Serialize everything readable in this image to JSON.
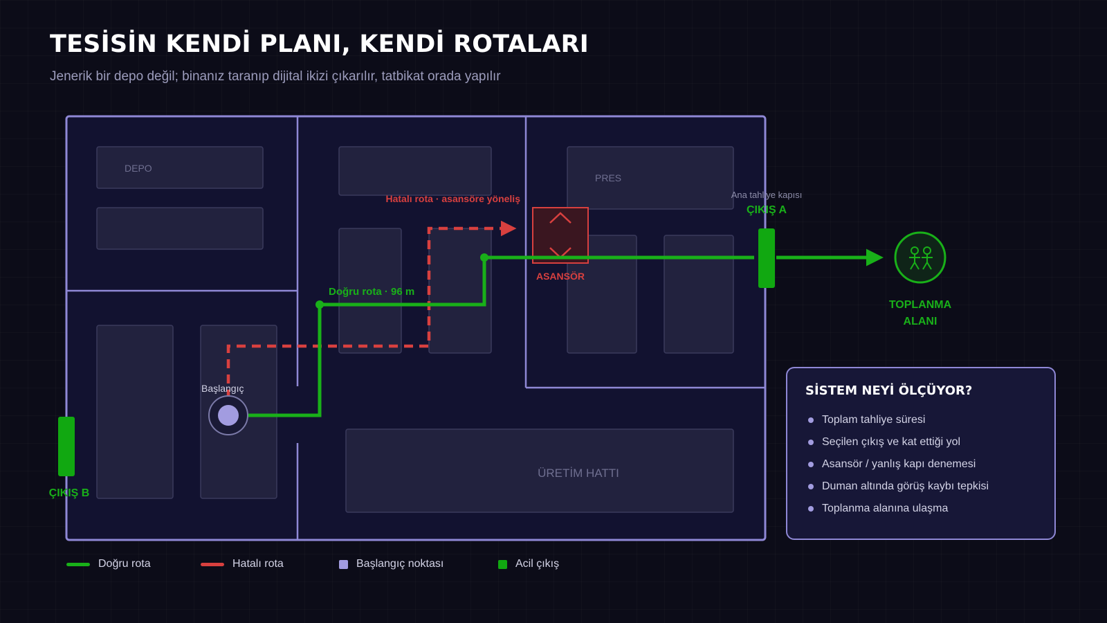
{
  "header": {
    "title": "TESİSİN KENDİ PLANI, KENDİ ROTALARI",
    "subtitle": "Jenerik bir depo değil; binanız taranıp dijital ikizi çıkarılır, tatbikat orada yapılır"
  },
  "plan": {
    "rooms": {
      "depo": "DEPO",
      "pres": "PRES",
      "uretim": "ÜRETİM HATTI"
    },
    "elevator_label": "ASANSÖR",
    "wrong_route_label": "Hatalı rota · asansöre yöneliş",
    "correct_route_label": "Doğru rota · 96 m",
    "start_label": "Başlangıç",
    "exit_a": {
      "caption": "Ana tahliye kapısı",
      "label": "ÇIKIŞ A"
    },
    "exit_b": {
      "label": "ÇIKIŞ B"
    },
    "assembly": {
      "line1": "TOPLANMA",
      "line2": "ALANI"
    }
  },
  "panel": {
    "title": "SİSTEM NEYİ ÖLÇÜYOR?",
    "items": [
      "Toplam tahliye süresi",
      "Seçilen çıkış ve kat ettiği yol",
      "Asansör / yanlış kapı denemesi",
      "Duman altında görüş kaybı tepkisi",
      "Toplanma alanına ulaşma"
    ]
  },
  "legend": {
    "correct": "Doğru rota",
    "wrong": "Hatalı rota",
    "start": "Başlangıç noktası",
    "exit": "Acil çıkış"
  },
  "colors": {
    "green": "#19b019",
    "red": "#d8403f",
    "purple": "#8f88d6",
    "start": "#a29ce0"
  }
}
